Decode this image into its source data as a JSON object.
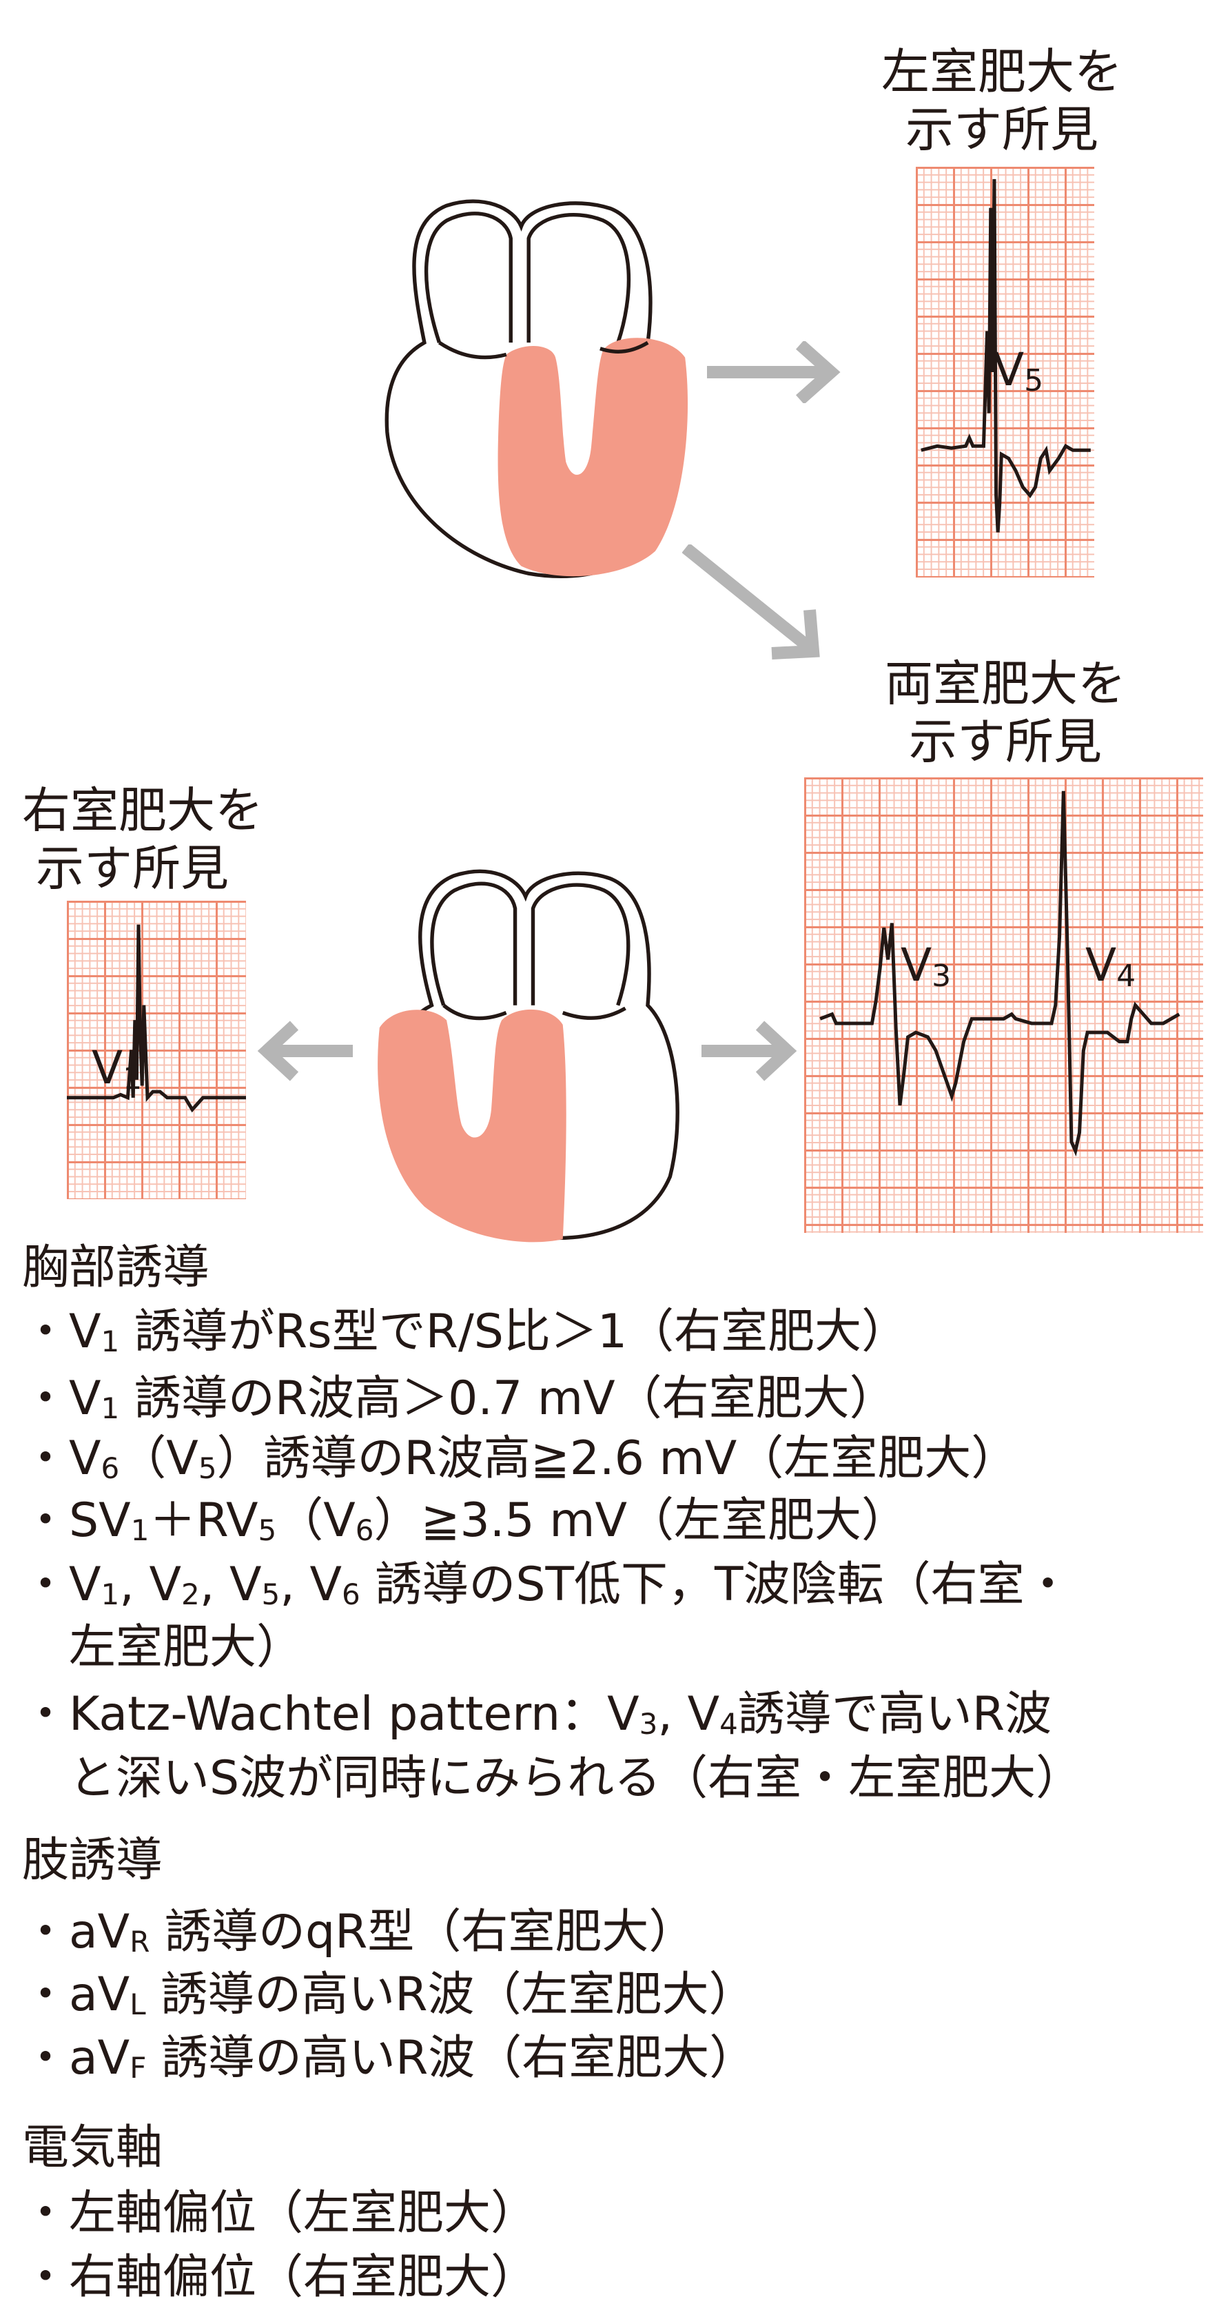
{
  "figure": {
    "lvh_title": [
      "左室肥大を",
      "示す所見"
    ],
    "bvh_title": [
      "両室肥大を",
      "示す所見"
    ],
    "rvh_title": [
      "右室肥大を",
      "示す所見"
    ],
    "leads": {
      "v5": {
        "main": "V",
        "sub": "5"
      },
      "v3": {
        "main": "V",
        "sub": "3"
      },
      "v4": {
        "main": "V",
        "sub": "4"
      },
      "v1": {
        "main": "V",
        "sub": "1"
      }
    },
    "colors": {
      "hypertrophy": "#f39a87",
      "grid_major": "#ee8a70",
      "grid_minor": "#f7c2b4",
      "arrow": "#b5b5b5",
      "trace": "#231815"
    }
  },
  "sections": [
    {
      "heading": "胸部誘導",
      "items": [
        [
          [
            "・"
          ],
          [
            "V"
          ],
          [
            "1",
            "sub"
          ],
          [
            " 誘導がRs型でR/S比＞1（右室肥大）"
          ]
        ],
        [
          [
            "・"
          ],
          [
            "V"
          ],
          [
            "1",
            "sub"
          ],
          [
            " 誘導のR波高＞0.7 mV（右室肥大）"
          ]
        ],
        [
          [
            "・"
          ],
          [
            "V"
          ],
          [
            "6",
            "sub"
          ],
          [
            "（V"
          ],
          [
            "5",
            "sub"
          ],
          [
            "）誘導のR波高≧2.6 mV（左室肥大）"
          ]
        ],
        [
          [
            "・"
          ],
          [
            "SV"
          ],
          [
            "1",
            "sub"
          ],
          [
            "＋RV"
          ],
          [
            "5",
            "sub"
          ],
          [
            "（V"
          ],
          [
            "6",
            "sub"
          ],
          [
            "）≧3.5 mV（左室肥大）"
          ]
        ],
        [
          [
            "・"
          ],
          [
            "V"
          ],
          [
            "1",
            "sub"
          ],
          [
            ", V"
          ],
          [
            "2",
            "sub"
          ],
          [
            ", V"
          ],
          [
            "5",
            "sub"
          ],
          [
            ", V"
          ],
          [
            "6",
            "sub"
          ],
          [
            " 誘導のST低下，T波陰転（右室・"
          ]
        ],
        [
          [
            "　左室肥大）"
          ]
        ],
        [
          [
            "・"
          ],
          [
            "Katz-Wachtel pattern：V"
          ],
          [
            "3",
            "sub"
          ],
          [
            ", V"
          ],
          [
            "4",
            "sub"
          ],
          [
            "誘導で高いR波"
          ]
        ],
        [
          [
            "　と深いS波が同時にみられる（右室・左室肥大）"
          ]
        ]
      ]
    },
    {
      "heading": "肢誘導",
      "items": [
        [
          [
            "・"
          ],
          [
            "aV"
          ],
          [
            "R",
            "sub"
          ],
          [
            " 誘導のqR型（右室肥大）"
          ]
        ],
        [
          [
            "・"
          ],
          [
            "aV"
          ],
          [
            "L",
            "sub"
          ],
          [
            " 誘導の高いR波（左室肥大）"
          ]
        ],
        [
          [
            "・"
          ],
          [
            "aV"
          ],
          [
            "F",
            "sub"
          ],
          [
            " 誘導の高いR波（右室肥大）"
          ]
        ]
      ]
    },
    {
      "heading": "電気軸",
      "items": [
        [
          [
            "・"
          ],
          [
            "左軸偏位（左室肥大）"
          ]
        ],
        [
          [
            "・"
          ],
          [
            "右軸偏位（右室肥大）"
          ]
        ]
      ]
    }
  ]
}
